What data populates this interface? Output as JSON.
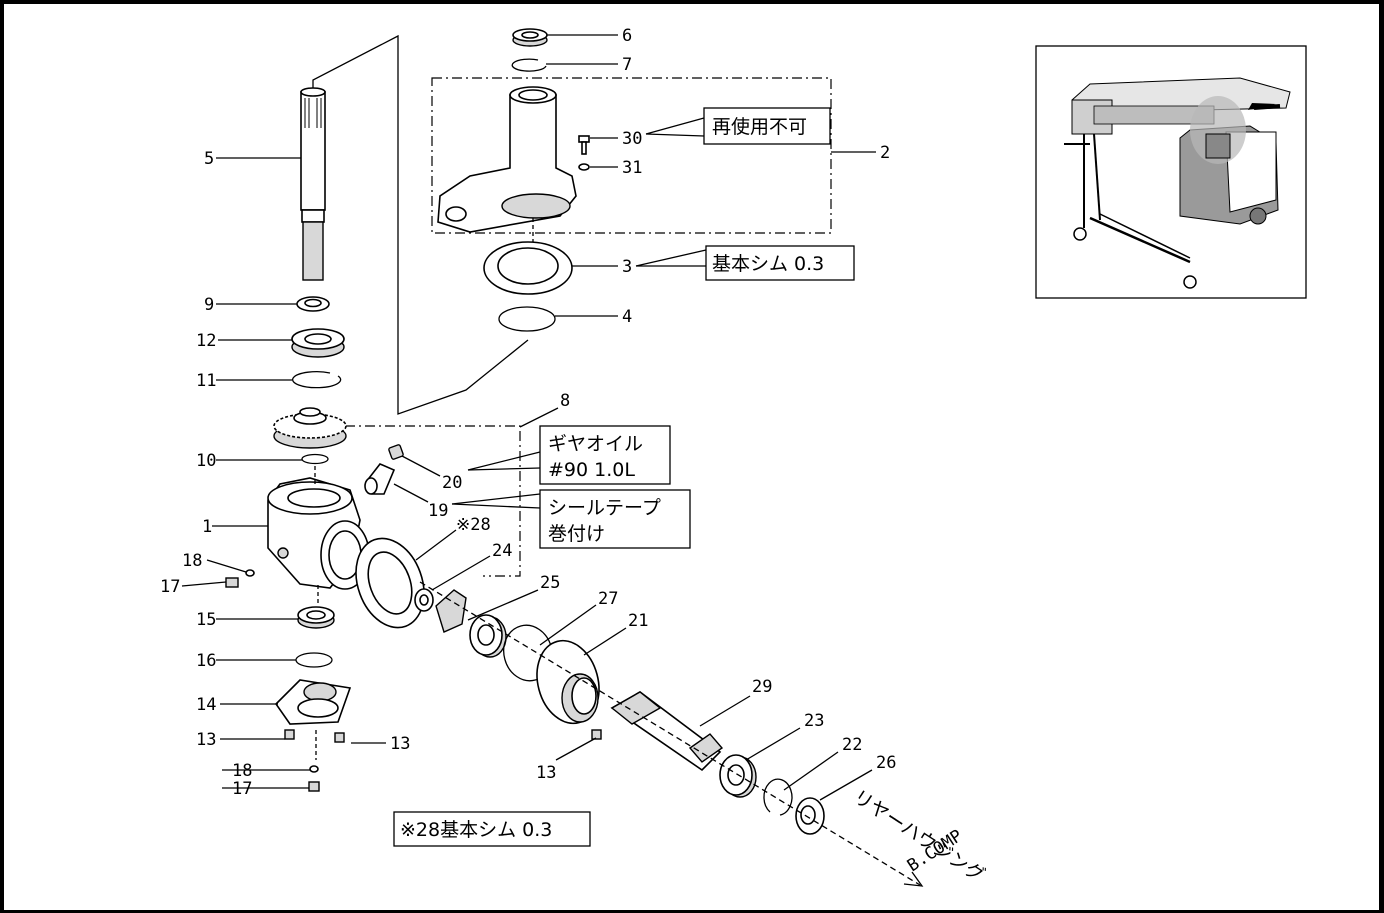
{
  "diagram": {
    "part_numbers": {
      "p1": "1",
      "p2": "2",
      "p3": "3",
      "p4": "4",
      "p5": "5",
      "p6": "6",
      "p7": "7",
      "p8": "8",
      "p9": "9",
      "p10": "10",
      "p11": "11",
      "p12": "12",
      "p13a": "13",
      "p13b": "13",
      "p13c": "13",
      "p14": "14",
      "p15": "15",
      "p16": "16",
      "p17a": "17",
      "p17b": "17",
      "p18a": "18",
      "p18b": "18",
      "p19": "19",
      "p20": "20",
      "p21": "21",
      "p22": "22",
      "p23": "23",
      "p24": "24",
      "p25": "25",
      "p26": "26",
      "p27": "27",
      "p28": "※28",
      "p29": "29",
      "p30": "30",
      "p31": "31"
    },
    "notes": {
      "no_reuse": "再使用不可",
      "basic_shim": "基本シム 0.3",
      "gear_oil_line1": "ギヤオイル",
      "gear_oil_line2": "#90 1.0L",
      "seal_tape_line1": "シールテープ",
      "seal_tape_line2": "巻付け",
      "shim_28": "※28基本シム 0.3"
    },
    "direction_label": {
      "line1": "リヤーハウジング",
      "line2": "B.COMP"
    },
    "inset": {
      "description_icon": "machine-location-photo",
      "highlight_color": "#b8b8b8"
    }
  }
}
